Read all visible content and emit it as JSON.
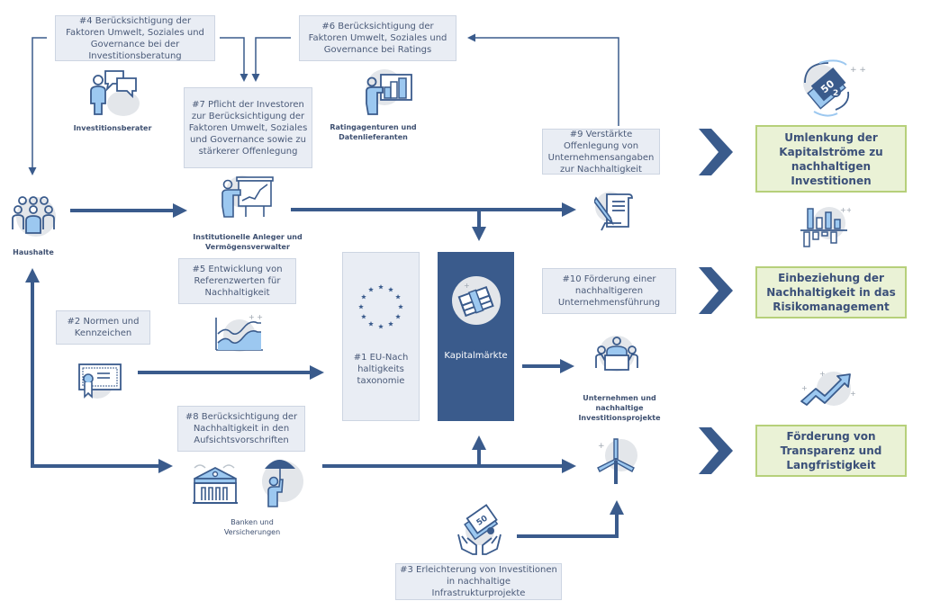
{
  "colors": {
    "arrow": "#3a5b8c",
    "box_fill": "#e9edf4",
    "box_border": "#cdd5e2",
    "goal_fill": "#eaf2d6",
    "goal_border": "#b6d07a",
    "capital_markets_fill": "#3a5b8c",
    "icon_light_blue": "#9cc8f0",
    "icon_circle": "#e3e6ea"
  },
  "measures": {
    "m1": "#1 EU-Nach haltigkeits taxonomie",
    "m2": "#2 Normen und Kennzeichen",
    "m3": "#3 Erleichterung von Investitionen in nachhaltige Infrastrukturprojekte",
    "m4": "#4 Berücksichtigung der Faktoren Umwelt, Soziales und Governance bei der Investitionsberatung",
    "m5": "#5 Entwicklung von Referenzwerten für Nachhaltigkeit",
    "m6": "#6 Berücksichtigung der Faktoren Umwelt, Soziales und Governance bei Ratings",
    "m7": "#7 Pflicht der Investoren zur Berücksichtigung der Faktoren Umwelt, Soziales und Governance sowie zu stärkerer Offenlegung",
    "m8": "#8 Berücksichtigung der Nachhaltigkeit in den Aufsichtsvorschriften",
    "m9": "#9 Verstärkte Offenlegung von Unternehmensangaben zur Nachhaltigkeit",
    "m10": "#10 Förderung einer nachhaltigeren Unternehmensführung"
  },
  "actors": {
    "households": "Haushalte",
    "advisors": "Investitionsberater",
    "institutional": "Institutionelle Anleger und Vermögensverwalter",
    "ratings": "Ratingagenturen und Datenlieferanten",
    "capital_markets": "Kapitalmärkte",
    "companies": "Unternehmen und nachhaltige Investitionsprojekte",
    "banks": "Banken und Versicherungen"
  },
  "goals": [
    "Umlenkung der Kapitalströme zu nachhaltigen Investitionen",
    "Einbeziehung der Nachhaltigkeit in das Risikomanagement",
    "Förderung von Transparenz und Langfristigkeit"
  ],
  "icons": {
    "households": "people-group-icon",
    "advisors": "advisor-speech-icon",
    "institutional": "presenter-chart-icon",
    "ratings": "presenter-bar-chart-icon",
    "document": "signed-document-icon",
    "eu": "eu-stars-icon",
    "money": "money-stack-icon",
    "benchmark": "line-chart-icon",
    "certificate": "certificate-icon",
    "meeting": "meeting-table-icon",
    "wind": "wind-turbine-icon",
    "bank": "bank-building-icon",
    "umbrella": "umbrella-person-icon",
    "hands_money": "hands-money-icon",
    "redirect": "money-cycle-icon",
    "risk": "bar-risk-icon",
    "growth": "growth-arrow-icon"
  }
}
